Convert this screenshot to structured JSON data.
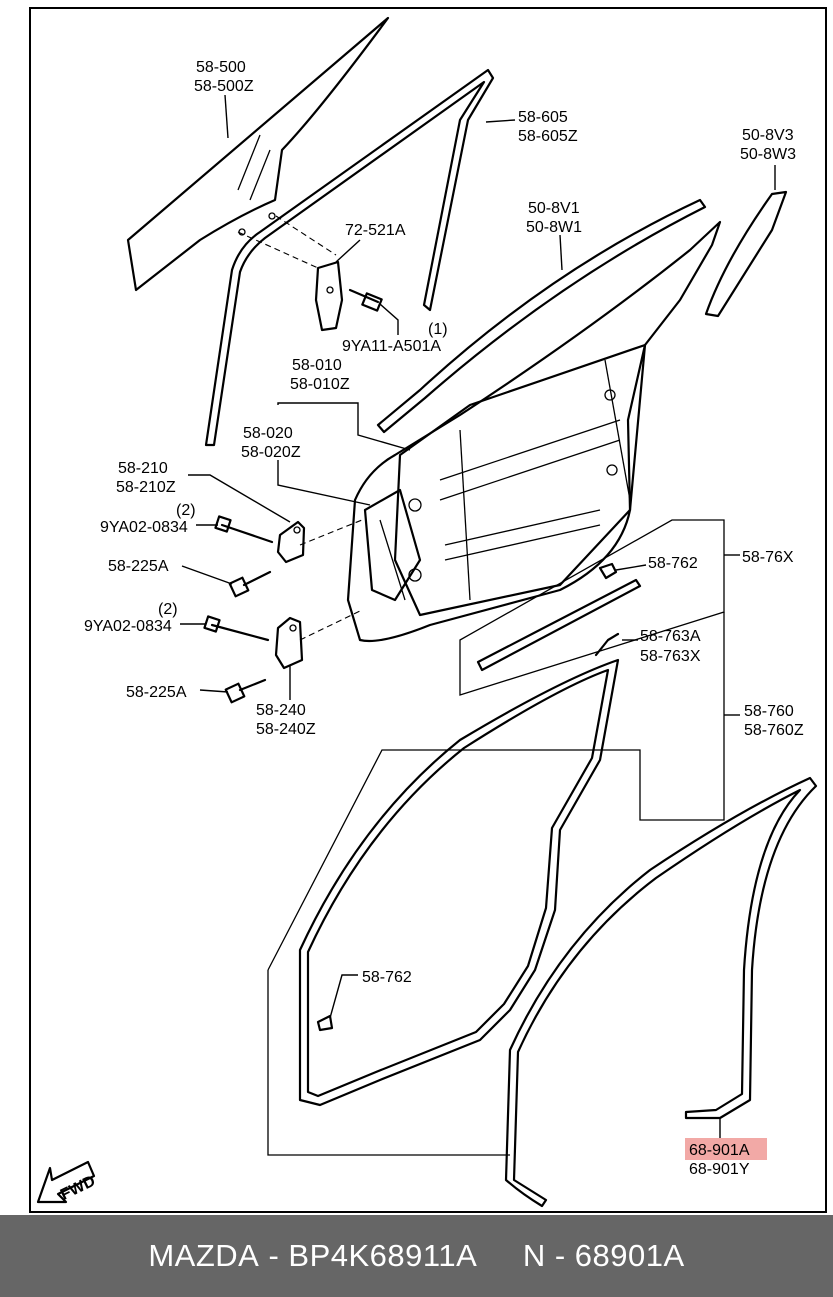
{
  "brand": "MAZDA",
  "part_number": "BP4K68911A",
  "ref_number": "N - 68901A",
  "highlight_color": "#f2a9a6",
  "footer_background": "#666666",
  "fwd_label": "FWD",
  "labels": {
    "l58_500": "58-500",
    "l58_500z": "58-500Z",
    "l58_605": "58-605",
    "l58_605z": "58-605Z",
    "l50_8v3": "50-8V3",
    "l50_8w3": "50-8W3",
    "l50_8v1": "50-8V1",
    "l50_8w1": "50-8W1",
    "l72_521a": "72-521A",
    "qty1": "(1)",
    "l9ya11": "9YA11-A501A",
    "l58_010": "58-010",
    "l58_010z": "58-010Z",
    "l58_020": "58-020",
    "l58_020z": "58-020Z",
    "l58_210": "58-210",
    "l58_210z": "58-210Z",
    "qty2a": "(2)",
    "l9ya02a": "9YA02-0834",
    "l58_225a_1": "58-225A",
    "qty2b": "(2)",
    "l9ya02b": "9YA02-0834",
    "l58_225a_2": "58-225A",
    "l58_240": "58-240",
    "l58_240z": "58-240Z",
    "l58_762_top": "58-762",
    "l58_76x": "58-76X",
    "l58_763a": "58-763A",
    "l58_763x": "58-763X",
    "l58_760": "58-760",
    "l58_760z": "58-760Z",
    "l58_762_bot": "58-762",
    "l68_901a": "68-901A",
    "l68_901y": "68-901Y"
  }
}
